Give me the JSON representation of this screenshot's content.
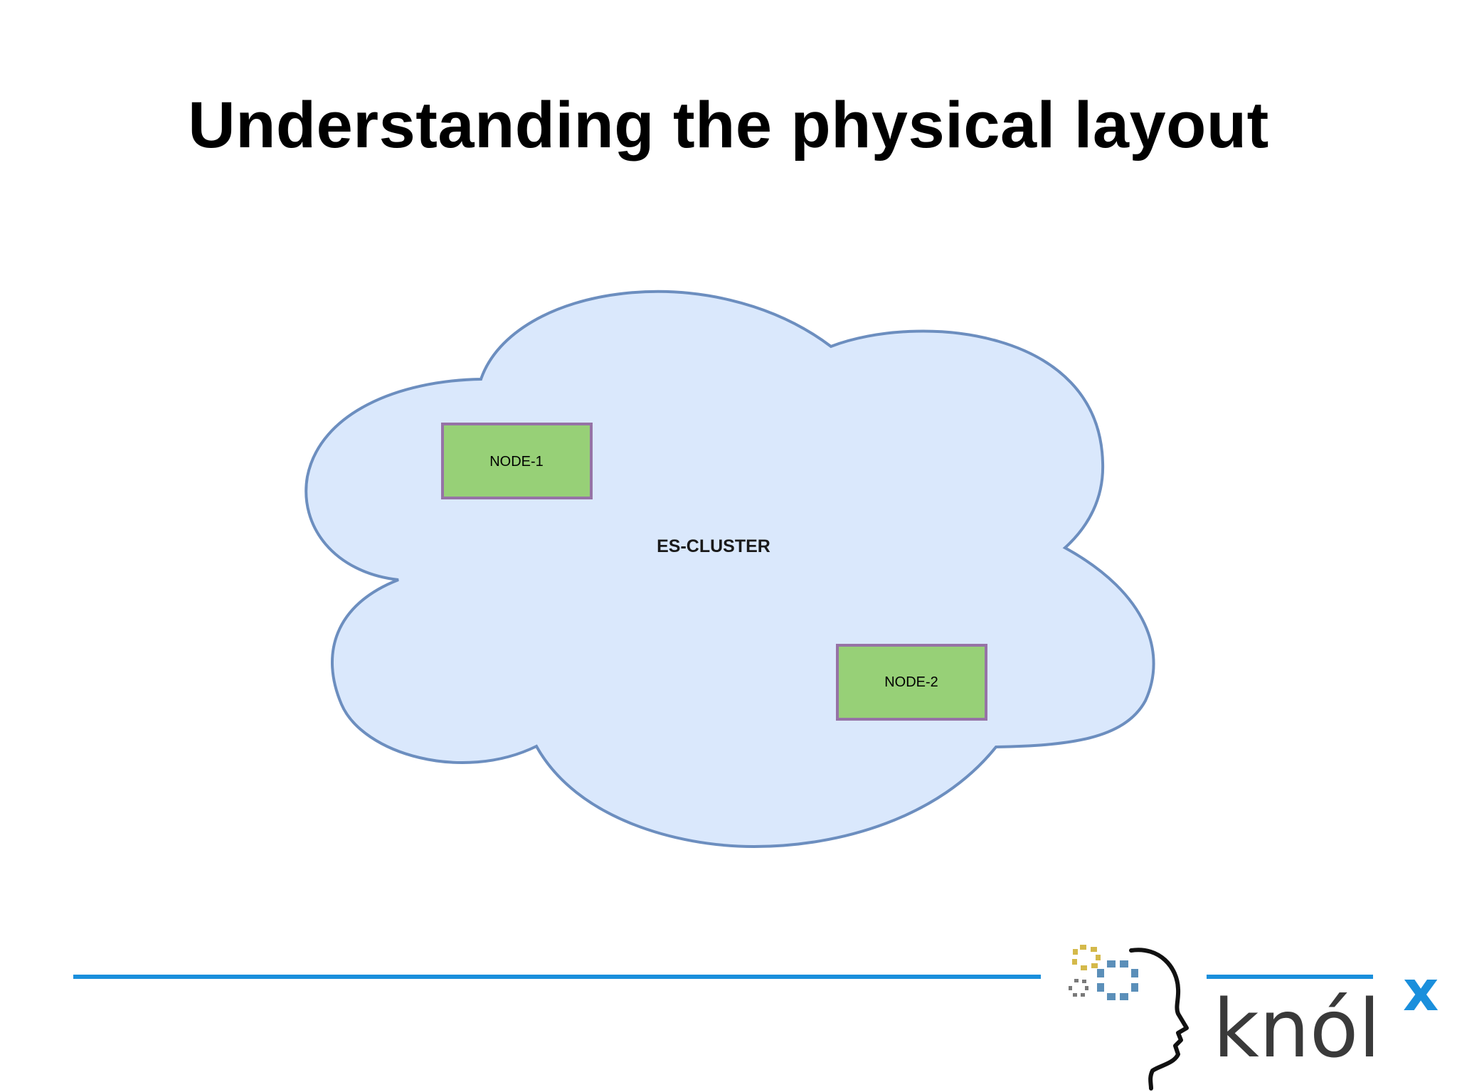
{
  "slide": {
    "title": "Understanding the physical layout"
  },
  "diagram": {
    "cluster": {
      "label": "ES-CLUSTER",
      "fill": "#dae8fc",
      "stroke": "#6c8ebf"
    },
    "nodes": [
      {
        "label": "NODE-1",
        "fill": "#97d077",
        "stroke": "#9673a6"
      },
      {
        "label": "NODE-2",
        "fill": "#97d077",
        "stroke": "#9673a6"
      }
    ]
  },
  "footer": {
    "accent": "#1a8fdc",
    "logo": {
      "wordmark": "knól",
      "superscript": "x",
      "wordmark_color": "#3a3a3a",
      "accent_color": "#1a8fdc",
      "gear_colors": [
        "#d4b94a",
        "#6a6a6a",
        "#5b8fb9"
      ]
    }
  }
}
